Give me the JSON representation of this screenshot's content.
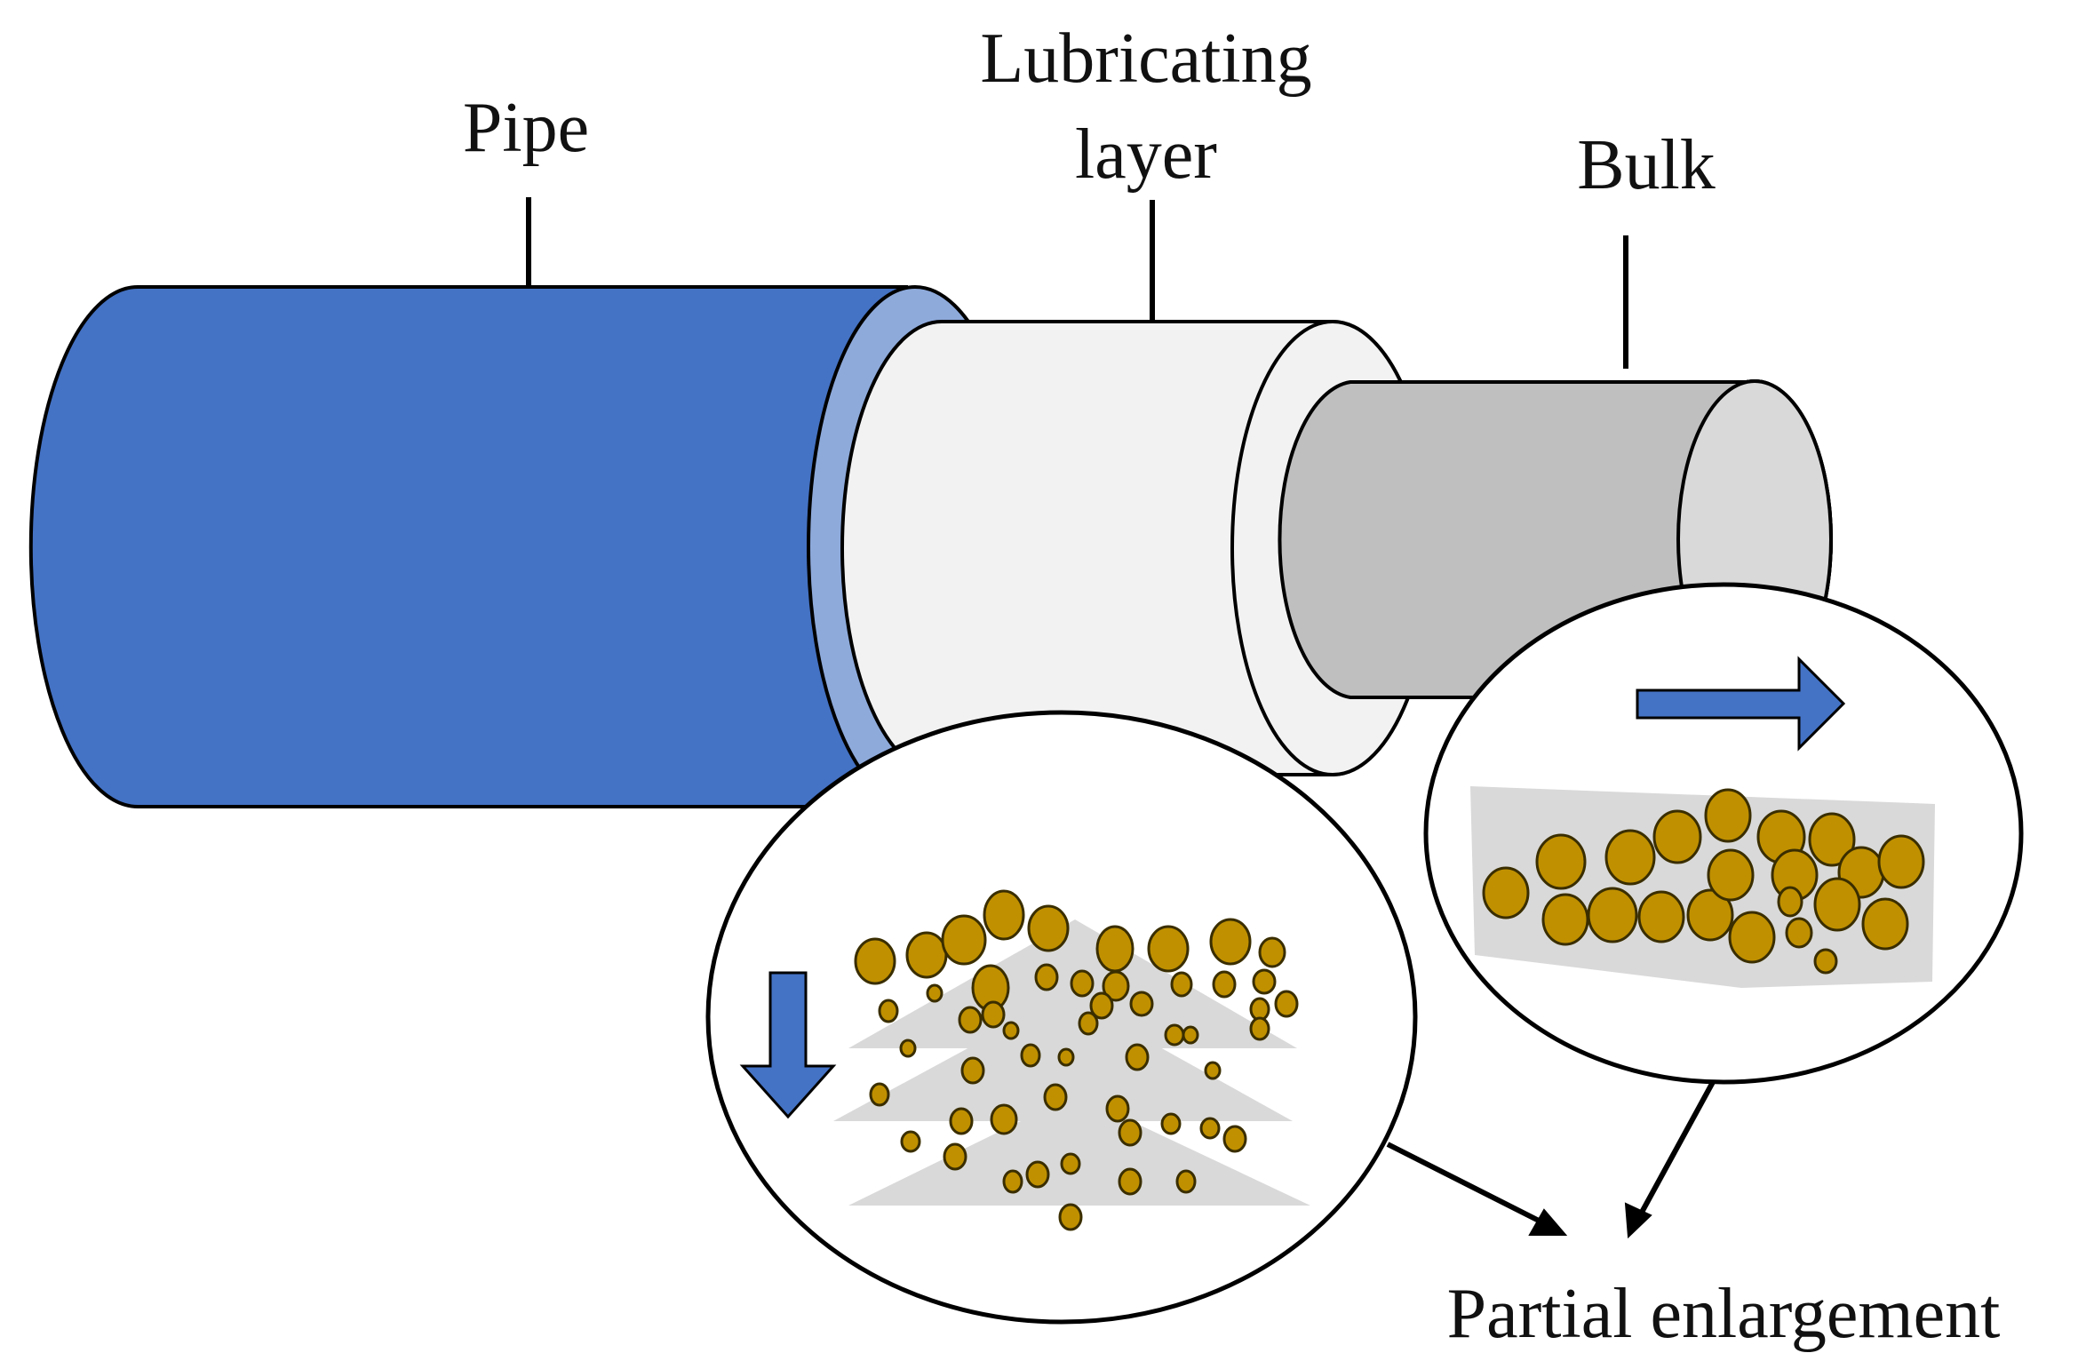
{
  "labels": {
    "pipe": "Pipe",
    "lubricating_line1": "Lubricating",
    "lubricating_line2": "layer",
    "bulk": "Bulk",
    "partial_enlargement": "Partial enlargement"
  },
  "colors": {
    "pipe_body": "#4472C4",
    "pipe_inner_rim": "#8EAADB",
    "lubricating_layer": "#F2F2F2",
    "bulk_core": "#BFBFBF",
    "bulk_end_face": "#D9D9D9",
    "particle": "#C09000",
    "particle_stroke": "#3A2E00",
    "shear_zone": "#D9D9D9",
    "flow_arrow": "#4472C4",
    "outline": "#000000"
  },
  "icons": {
    "downward_flow": "arrow-down",
    "rightward_flow": "arrow-right"
  }
}
